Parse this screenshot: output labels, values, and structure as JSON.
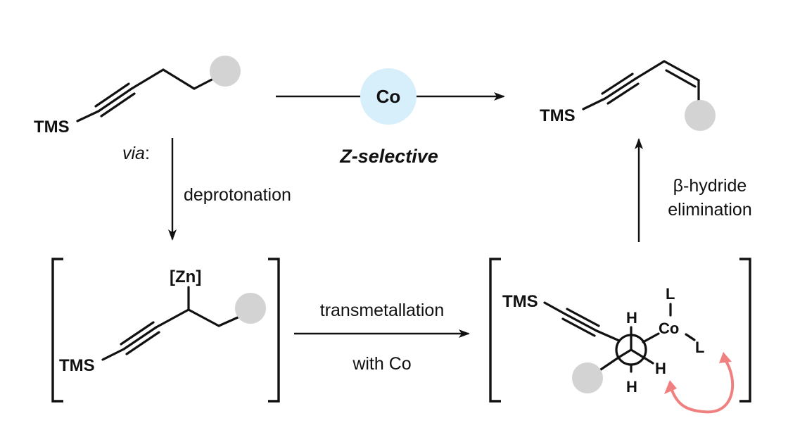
{
  "labels": {
    "tms": "TMS",
    "catalyst": "Co",
    "selectivity": "Z-selective",
    "via": "via",
    "via_colon": ":",
    "step_deprotonation": "deprotonation",
    "zinc": "[Zn]",
    "step_transmetallation_1": "transmetallation",
    "step_transmetallation_2": "with Co",
    "step_elimination_1": "β-hydride",
    "step_elimination_2": "elimination",
    "hydrogen": "H",
    "ligand": "L",
    "cobalt": "Co"
  },
  "colors": {
    "ink": "#111111",
    "substituent": "#d3d3d3",
    "catalyst_circle": "#d7eefb",
    "catalyst_text": "#1a5a96",
    "cobalt_text": "#1a6aae",
    "new_double_bond": "#b453e6",
    "curved_arrow": "#f08080"
  }
}
